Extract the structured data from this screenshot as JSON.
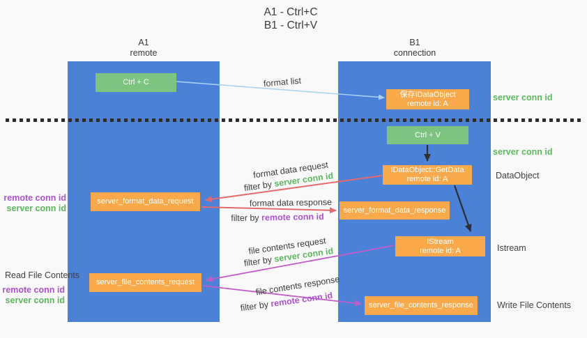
{
  "title": {
    "line1": "A1 - Ctrl+C",
    "line2": "B1 - Ctrl+V"
  },
  "lanes": {
    "left": {
      "title": "A1",
      "subtitle": "remote"
    },
    "right": {
      "title": "B1",
      "subtitle": "connection"
    }
  },
  "nodes": {
    "ctrl_c": {
      "label": "Ctrl + C"
    },
    "ctrl_v": {
      "label": "Ctrl + V"
    },
    "save_dataobject": {
      "line1": "保存IDataObject",
      "line2": "remote id: A"
    },
    "getdata": {
      "line1": "IDataObject::GetData",
      "line2": "remote id: A"
    },
    "istream": {
      "line1": "IStream",
      "line2": "remote id: A"
    },
    "format_request": {
      "label": "server_format_data_request"
    },
    "format_response": {
      "label": "server_format_data_response"
    },
    "file_request": {
      "label": "server_file_contents_request"
    },
    "file_response": {
      "label": "server_file_contents_response"
    }
  },
  "edge_labels": {
    "format_list": "format list",
    "format_data_request": "format data request",
    "format_data_response": "format data response",
    "file_contents_request": "file contents request",
    "file_contents_response": "file contents response",
    "filter_by": "filter by",
    "server_conn_id": "server conn id",
    "remote_conn_id": "remote conn id"
  },
  "annotations": {
    "left_top_remote": "remote conn id",
    "left_top_server": "server conn id",
    "read_file": "Read File Contents",
    "left_bottom_remote": "remote conn id",
    "left_bottom_server": "server conn id",
    "right_server_conn_1": "server conn id",
    "right_server_conn_2": "server conn id",
    "dataobject": "DataObject",
    "istream": "Istream",
    "write_file": "Write File Contents"
  },
  "colors": {
    "lane_blue": "#4c81d8",
    "green_box": "#7cc47f",
    "orange_box": "#f9a94a",
    "green_text": "#5cb85f",
    "purple_text": "#ad52d2",
    "red_arrow": "#e7696b",
    "magenta_arrow": "#c45cc7",
    "light_blue_arrow": "#a9d2ee",
    "black_arrow": "#2e2e2e"
  }
}
